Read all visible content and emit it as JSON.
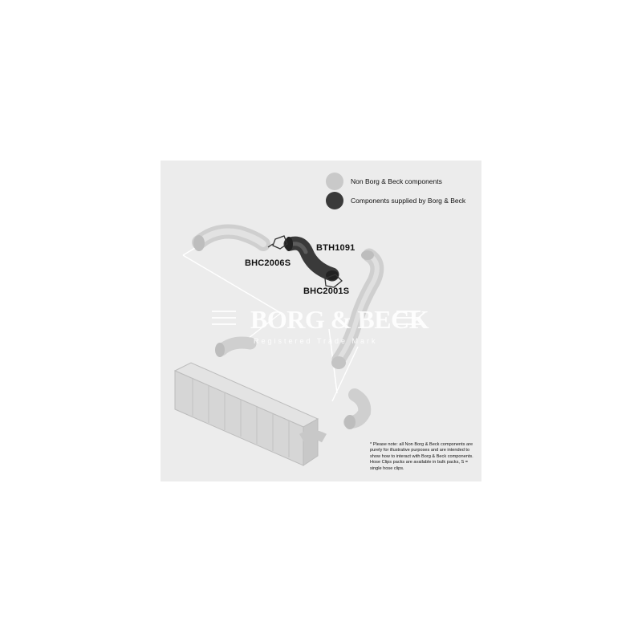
{
  "legend": {
    "non_bb_label": "Non Borg & Beck components",
    "bb_label": "Components supplied by Borg & Beck"
  },
  "parts": {
    "hose_code": "BTH1091",
    "clip_upper_code": "BHC2006S",
    "clip_lower_code": "BHC2001S"
  },
  "watermark": {
    "brand": "BORG & BECK",
    "tagline": "Registered Trade Mark"
  },
  "note": "* Please note: all Non Borg & Beck components are purely for illustrative purposes and are intended to show how to interact with Borg & Beck components. Hose Clips packs are available in bulk packs, S = single hose clips.",
  "colors": {
    "background_panel": "#ececec",
    "non_bb_component": "#c9c9c9",
    "bb_component": "#3a3a3a"
  }
}
